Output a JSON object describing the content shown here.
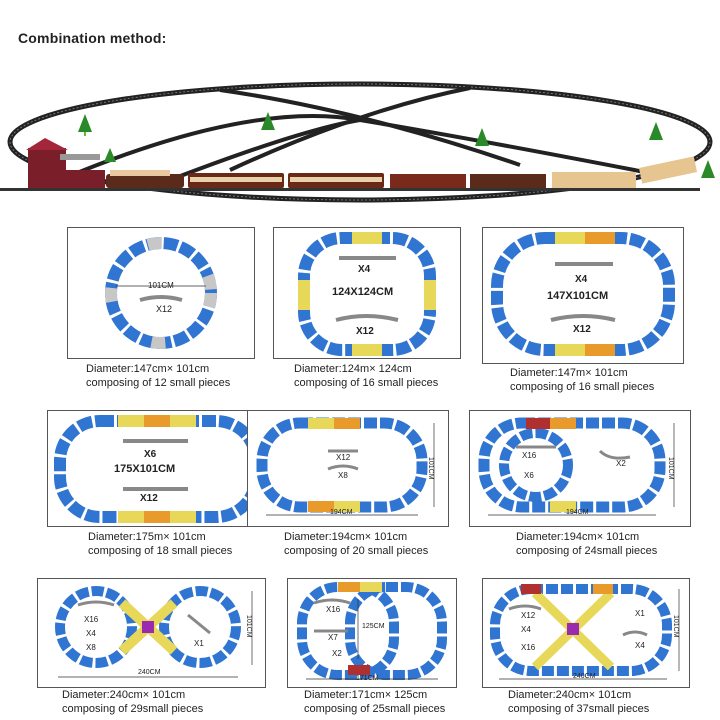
{
  "title": "Combination method:",
  "layouts": [
    {
      "dim": "101CM",
      "count": "X12",
      "line1": "Diameter:147cm× 101cm",
      "line2": "composing of 12 small pieces"
    },
    {
      "count_straight": "X4",
      "dim": "124X124CM",
      "count": "X12",
      "line1": "Diameter:124m× 124cm",
      "line2": "composing of 16 small pieces"
    },
    {
      "count_straight": "X4",
      "dim": "147X101CM",
      "count": "X12",
      "line1": "Diameter:147m× 101cm",
      "line2": "composing of 16 small pieces"
    },
    {
      "count_straight": "X6",
      "dim": "175X101CM",
      "count": "X12",
      "line1": "Diameter:175m× 101cm",
      "line2": "composing of 18 small pieces"
    },
    {
      "count_a": "X12",
      "count_b": "X8",
      "width": "194CM",
      "height": "101CM",
      "line1": "Diameter:194cm× 101cm",
      "line2": "composing of 20 small pieces"
    },
    {
      "count_a": "X16",
      "count_b": "X6",
      "count_c": "X2",
      "width": "194CM",
      "height": "101CM",
      "line1": "Diameter:194cm× 101cm",
      "line2": "composing of 24small pieces"
    },
    {
      "count_a": "X16",
      "count_b": "X4",
      "count_c": "X8",
      "count_d": "X1",
      "width": "240CM",
      "height": "101CM",
      "line1": "Diameter:240cm× 101cm",
      "line2": "composing of 29small pieces"
    },
    {
      "count_a": "X16",
      "count_b": "X7",
      "count_c": "X2",
      "height": "125CM",
      "width": "171CM",
      "line1": "Diameter:171cm× 125cm",
      "line2": "composing of 25small pieces"
    },
    {
      "count_a": "X12",
      "count_b": "X4",
      "count_c": "X16",
      "count_d": "X1",
      "count_e": "X4",
      "width": "240CM",
      "height": "101CM",
      "line1": "Diameter:240cm× 101cm",
      "line2": "composing of 37small pieces"
    }
  ]
}
